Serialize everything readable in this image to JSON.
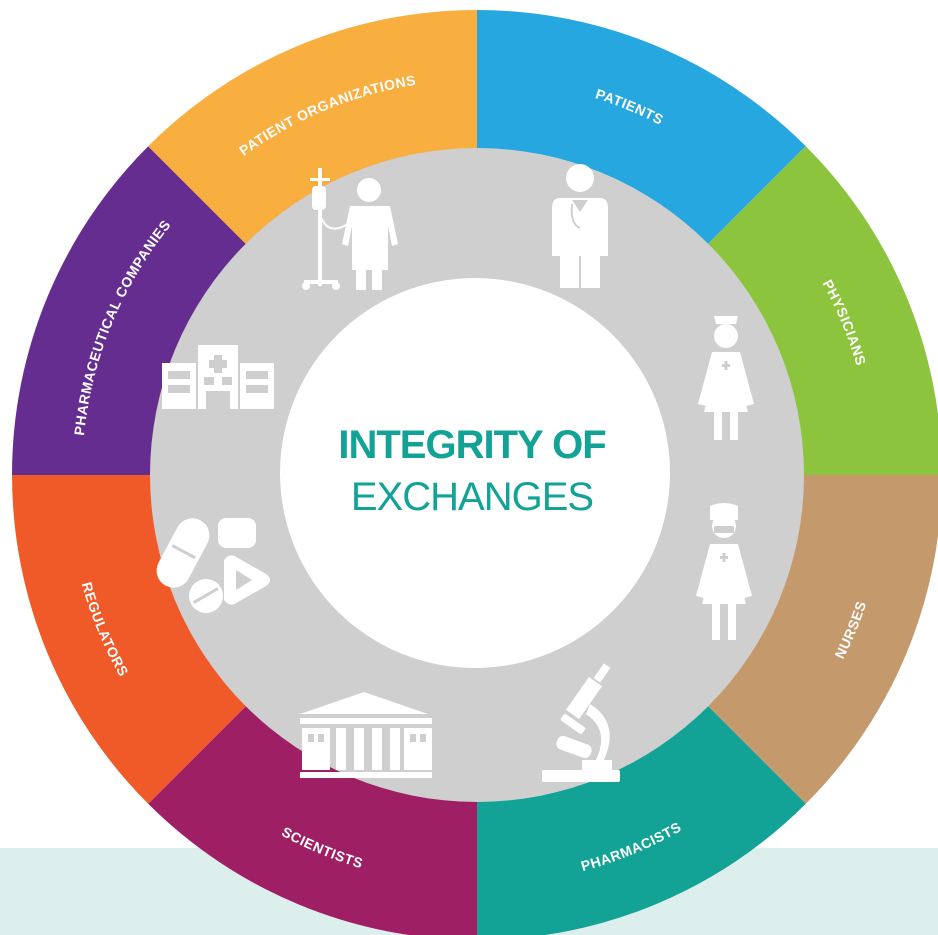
{
  "center": {
    "line1": "INTEGRITY OF",
    "line2": "EXCHANGES"
  },
  "colors": {
    "center_text": "#12a396",
    "inner_ring": "#cfcfd0",
    "footer_band": "#dcefed"
  },
  "segments": [
    {
      "label": "PATIENTS",
      "color": "#27a7df",
      "icon": "patient-iv-icon"
    },
    {
      "label": "PHYSICIANS",
      "color": "#8cc43e",
      "icon": "physician-icon"
    },
    {
      "label": "NURSES",
      "color": "#c49a6c",
      "icon": "nurse-icon"
    },
    {
      "label": "PHARMACISTS",
      "color": "#12a396",
      "icon": "pharmacist-icon"
    },
    {
      "label": "SCIENTISTS",
      "color": "#9e1f63",
      "icon": "microscope-icon"
    },
    {
      "label": "REGULATORS",
      "color": "#f05a28",
      "icon": "government-building-icon"
    },
    {
      "label": "PHARMACEUTICAL COMPANIES",
      "color": "#662d91",
      "icon": "pills-icon"
    },
    {
      "label": "PATIENT ORGANIZATIONS",
      "color": "#f9ae40",
      "icon": "hospital-icon"
    }
  ]
}
